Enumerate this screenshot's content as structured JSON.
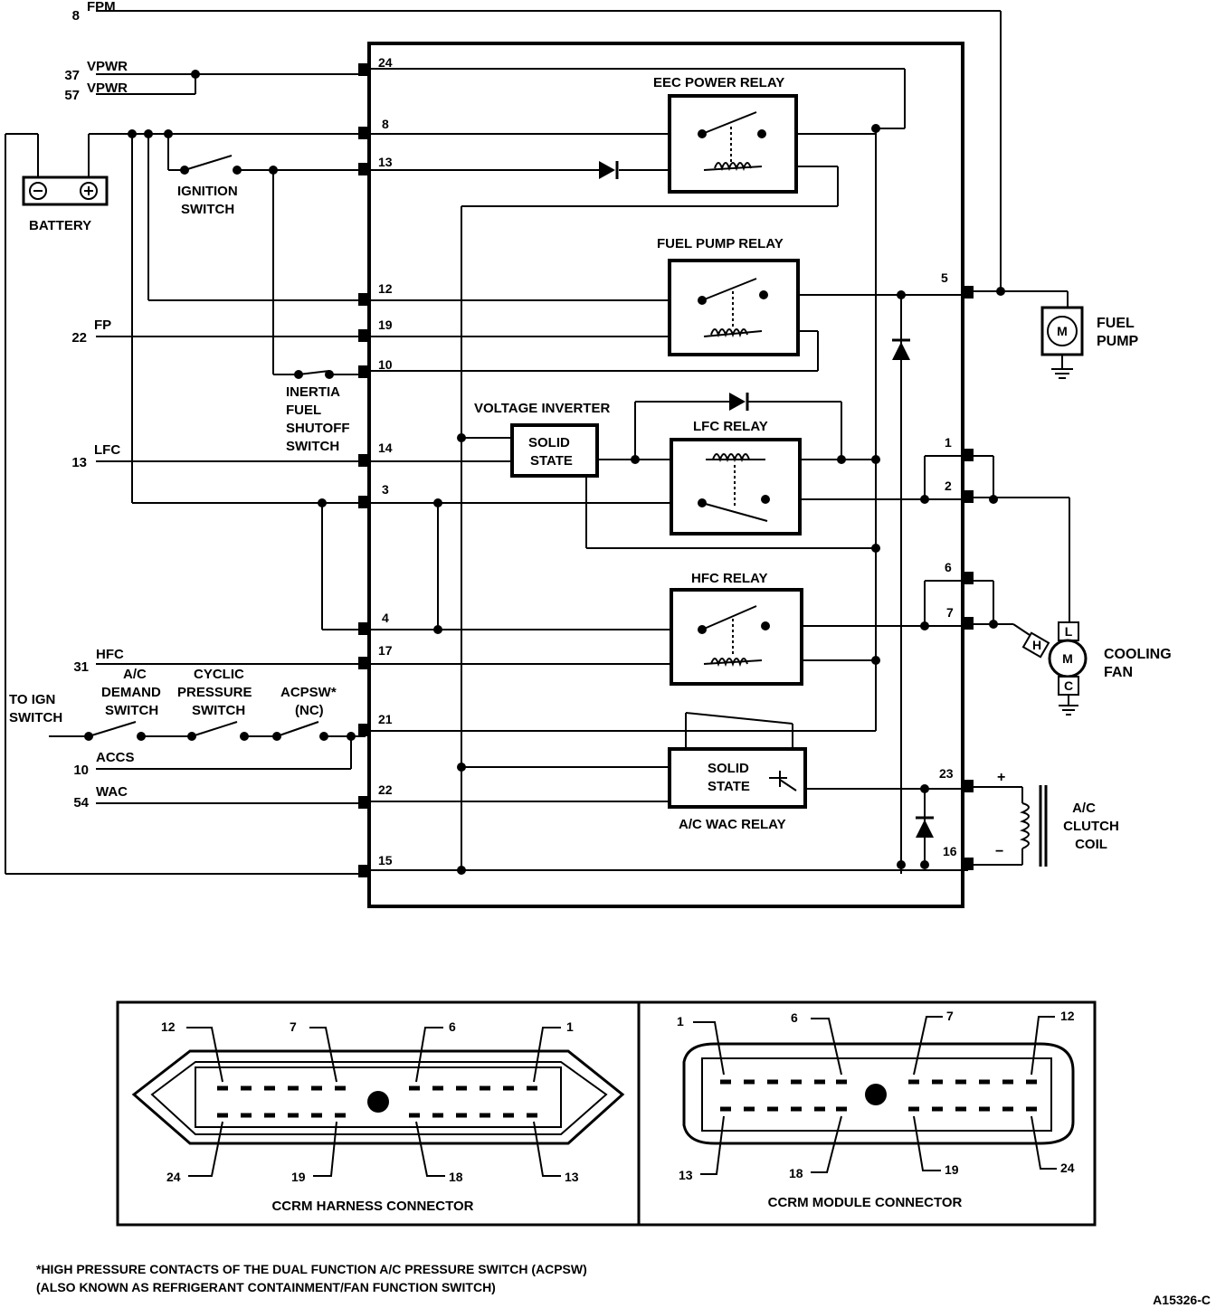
{
  "external_wires": {
    "fpm": {
      "num": "8",
      "label": "FPM"
    },
    "vpwr1": {
      "num": "37",
      "label": "VPWR"
    },
    "vpwr2": {
      "num": "57",
      "label": "VPWR"
    },
    "fp": {
      "num": "22",
      "label": "FP"
    },
    "lfc": {
      "num": "13",
      "label": "LFC"
    },
    "hfc": {
      "num": "31",
      "label": "HFC"
    },
    "accs": {
      "num": "10",
      "label": "ACCS"
    },
    "wac": {
      "num": "54",
      "label": "WAC"
    }
  },
  "ccrm_pins": {
    "p24": "24",
    "p8": "8",
    "p13": "13",
    "p12": "12",
    "p19": "19",
    "p10": "10",
    "p14": "14",
    "p3": "3",
    "p4": "4",
    "p17": "17",
    "p21": "21",
    "p22": "22",
    "p15": "15",
    "p5": "5",
    "p1": "1",
    "p2": "2",
    "p6": "6",
    "p7": "7",
    "p23": "23",
    "p16": "16"
  },
  "components": {
    "battery": "BATTERY",
    "ignition_switch": [
      "IGNITION",
      "SWITCH"
    ],
    "inertia_switch": [
      "INERTIA",
      "FUEL",
      "SHUTOFF",
      "SWITCH"
    ],
    "eec_relay": "EEC POWER RELAY",
    "fuel_pump_relay": "FUEL PUMP RELAY",
    "voltage_inverter": "VOLTAGE INVERTER",
    "lfc_relay": "LFC RELAY",
    "hfc_relay": "HFC RELAY",
    "wac_relay": "A/C WAC RELAY",
    "solid_state_1": [
      "SOLID",
      "STATE"
    ],
    "solid_state_2": [
      "SOLID",
      "STATE"
    ],
    "fuel_pump": [
      "FUEL",
      "PUMP"
    ],
    "cooling_fan": [
      "COOLING",
      "FAN"
    ],
    "ac_clutch": [
      "A/C",
      "CLUTCH",
      "COIL"
    ],
    "to_ign": [
      "TO IGN",
      "SWITCH"
    ],
    "ac_demand": [
      "A/C",
      "DEMAND",
      "SWITCH"
    ],
    "cyclic": [
      "CYCLIC",
      "PRESSURE",
      "SWITCH"
    ],
    "acpsw": [
      "ACPSW*",
      "(NC)"
    ],
    "motor_letter": "M",
    "fan_h": "H",
    "fan_l": "L",
    "fan_c": "C",
    "plus": "+",
    "minus": "−"
  },
  "harness_connector": {
    "title": "CCRM HARNESS CONNECTOR",
    "top_labels": [
      "12",
      "7",
      "6",
      "1"
    ],
    "bottom_labels": [
      "24",
      "19",
      "18",
      "13"
    ]
  },
  "module_connector": {
    "title": "CCRM MODULE CONNECTOR",
    "top_labels": [
      "1",
      "6",
      "7",
      "12"
    ],
    "bottom_labels": [
      "13",
      "18",
      "19",
      "24"
    ]
  },
  "footnote": [
    "*HIGH PRESSURE CONTACTS OF THE DUAL FUNCTION A/C PRESSURE SWITCH (ACPSW)",
    "(ALSO KNOWN AS REFRIGERANT CONTAINMENT/FAN FUNCTION SWITCH)"
  ],
  "figure_id": "A15326-C"
}
